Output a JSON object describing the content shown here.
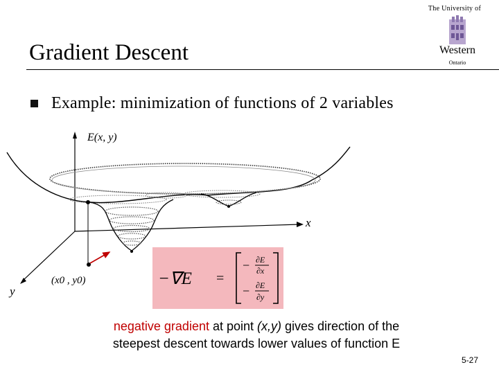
{
  "header": {
    "university_prefix": "The University of",
    "university_name": "Western",
    "university_sub": "Ontario"
  },
  "slide": {
    "title": "Gradient Descent",
    "bullet": "Example: minimization of functions of 2 variables"
  },
  "diagram": {
    "z_axis_label": "E(x, y)",
    "x_axis_label": "x",
    "y_axis_label": "y",
    "point_label": "(x0 , y0)"
  },
  "formula": {
    "lhs": "−∇E",
    "equals": "=",
    "entry1_num": "∂E",
    "entry1_den": "∂x",
    "entry2_num": "∂E",
    "entry2_den": "∂y",
    "minus": "−"
  },
  "caption": {
    "part1": "negative gradient",
    "part2": " at point ",
    "part3": "(x,y)",
    "part4": " gives direction of the",
    "line2": "steepest descent towards lower values of function E"
  },
  "footer": {
    "page_number": "5-27"
  },
  "colors": {
    "accent_red": "#c00000",
    "formula_bg": "#f4b8bd",
    "logo_purple": "#4f2683"
  }
}
